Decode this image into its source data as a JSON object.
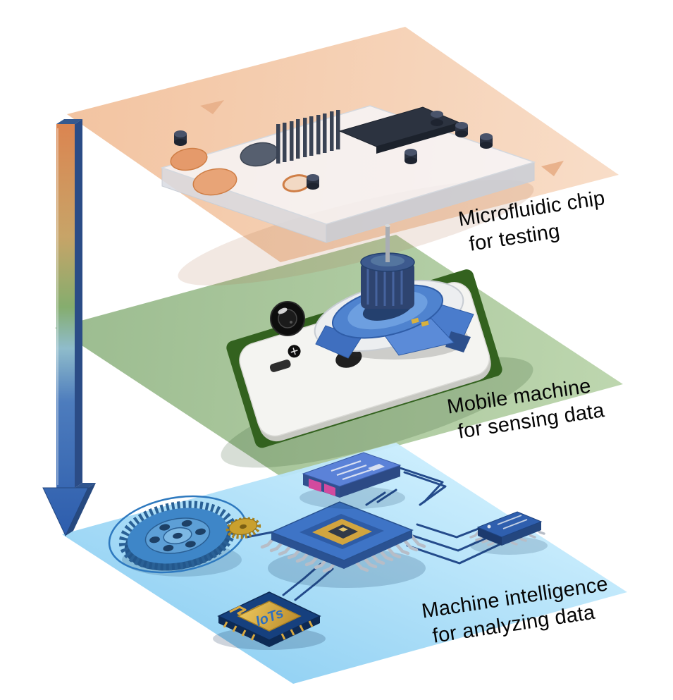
{
  "figure": {
    "layers": [
      {
        "name": "microfluidic",
        "label_line1": "Microfluidic chip",
        "label_line2": "for testing",
        "plane_color_start": "#f2c29e",
        "plane_color_end": "#f8dcc6"
      },
      {
        "name": "mobile",
        "label_line1": "Mobile machine",
        "label_line2": "for sensing data",
        "plane_color_start": "#93b686",
        "plane_color_end": "#b8d3a8"
      },
      {
        "name": "intelligence",
        "label_line1": "Machine intelligence",
        "label_line2": "for analyzing data",
        "plane_color_start": "#c9edfd",
        "plane_color_end": "#8fd0f3"
      }
    ],
    "iot_chip_label": "IoTs",
    "flow_arrow": {
      "top_color": "#dc8450",
      "middle_color": "#85ad6e",
      "bottom_color": "#2d5dad"
    }
  }
}
